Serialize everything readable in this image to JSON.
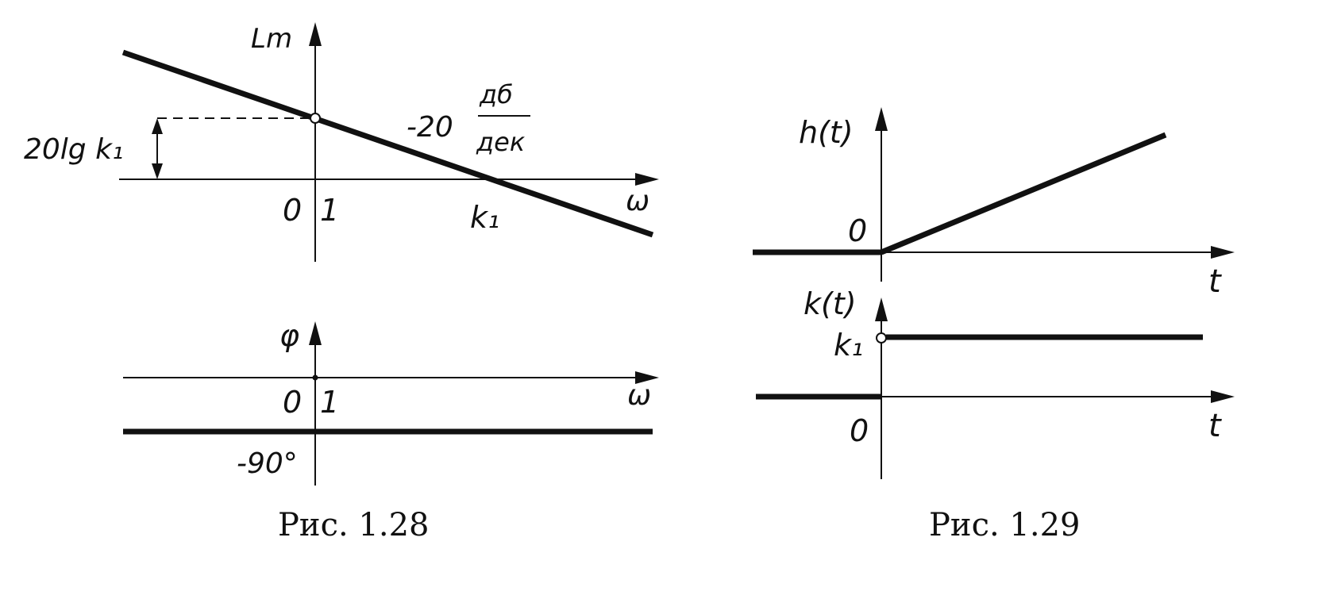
{
  "figure_128": {
    "caption": "Рис. 1.28",
    "magnitude_plot": {
      "y_label": "Lm",
      "x_label": "ω",
      "origin_label": "0",
      "one_label": "1",
      "gain_label": "20lg k₁",
      "crossover_label": "k₁",
      "slope_label": "-20",
      "slope_unit_num": "дб",
      "slope_unit_den": "дек"
    },
    "phase_plot": {
      "y_label": "φ",
      "x_label": "ω",
      "origin_label": "0",
      "one_label": "1",
      "phase_label": "-90°"
    }
  },
  "figure_129": {
    "caption": "Рис. 1.29",
    "step_response_plot": {
      "y_label": "h(t)",
      "x_label": "t",
      "origin_label": "0"
    },
    "impulse_response_plot": {
      "y_label": "k(t)",
      "x_label": "t",
      "origin_label": "0",
      "level_label": "k₁"
    }
  }
}
